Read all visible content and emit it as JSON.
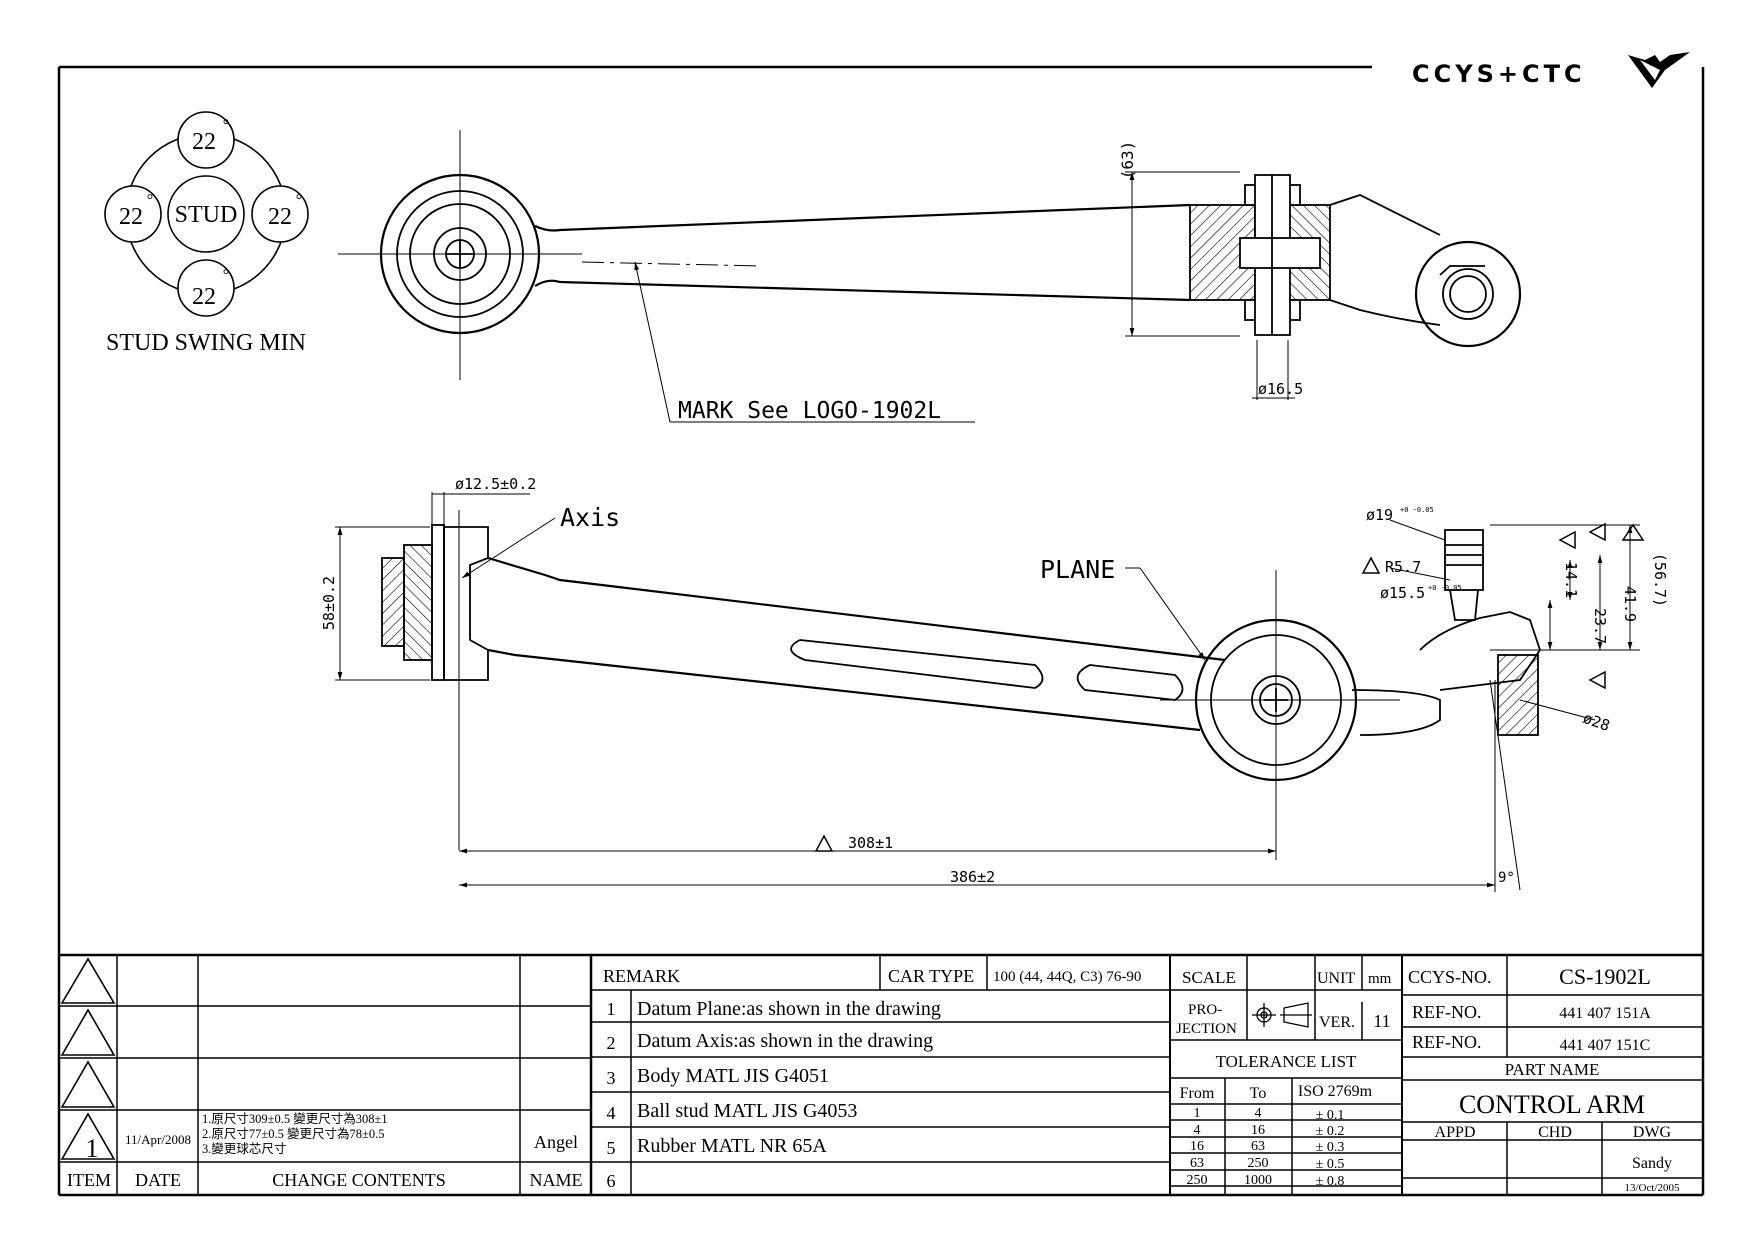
{
  "brand": {
    "logo_text": "CCYS+CTC"
  },
  "stud_swing": {
    "angle_top": "22",
    "angle_left": "22",
    "angle_right": "22",
    "angle_bottom": "22",
    "center_label": "STUD",
    "degree": "°",
    "caption": "STUD SWING MIN"
  },
  "top_view": {
    "dim_63": "(63)",
    "dim_16_5": "ø16.5",
    "mark_callout": "MARK See LOGO-1902L"
  },
  "side_view": {
    "dim_12_5": "ø12.5±0.2",
    "axis_label": "Axis",
    "dim_58": "58±0.2",
    "plane_label": "PLANE",
    "dim_19": "ø19",
    "dim_19_tol": "+0 -0.05",
    "dim_r57": "R5.7",
    "dim_15_5": "ø15.5",
    "dim_15_5_tol": "+0 -0.05",
    "dim_14_1": "14.1",
    "dim_23_7": "23.7",
    "dim_41_9": "41.9",
    "dim_56_7": "(56.7)",
    "dim_28": "ø28",
    "dim_308": "308±1",
    "dim_386": "386±2",
    "dim_9deg": "9°"
  },
  "revisions": {
    "rows": [
      {
        "item": "",
        "date": "",
        "contents": "",
        "name": ""
      },
      {
        "item": "",
        "date": "",
        "contents": "",
        "name": ""
      },
      {
        "item": "",
        "date": "",
        "contents": "",
        "name": ""
      },
      {
        "item": "1",
        "date": "11/Apr/2008",
        "line1": "1.原尺寸309±0.5 變更尺寸為308±1",
        "line2": "2.原尺寸77±0.5  變更尺寸為78±0.5",
        "line3": "3.變更球芯尺寸",
        "name": "Angel"
      }
    ],
    "headers": {
      "item": "ITEM",
      "date": "DATE",
      "contents": "CHANGE CONTENTS",
      "name": "NAME"
    }
  },
  "remarks": {
    "header": "REMARK",
    "car_type_label": "CAR TYPE",
    "car_type_value": "100 (44, 44Q, C3) 76-90",
    "items": [
      {
        "no": "1",
        "text": "Datum Plane:as shown in the drawing"
      },
      {
        "no": "2",
        "text": "Datum Axis:as shown in the drawing"
      },
      {
        "no": "3",
        "text": "Body MATL JIS G4051"
      },
      {
        "no": "4",
        "text": "Ball stud MATL JIS G4053"
      },
      {
        "no": "5",
        "text": "Rubber MATL NR 65A"
      },
      {
        "no": "6",
        "text": ""
      }
    ]
  },
  "specs": {
    "scale_label": "SCALE",
    "scale_value": "",
    "unit_label": "UNIT",
    "unit_value": "mm",
    "projection_label_1": "PRO-",
    "projection_label_2": "JECTION",
    "ver_label": "VER.",
    "ver_value": "11",
    "tolerance_title": "TOLERANCE LIST",
    "tol_headers": {
      "from": "From",
      "to": "To",
      "std": "ISO 2769m"
    },
    "tolerances": [
      {
        "from": "1",
        "to": "4",
        "tol": "± 0.1"
      },
      {
        "from": "4",
        "to": "16",
        "tol": "± 0.2"
      },
      {
        "from": "16",
        "to": "63",
        "tol": "± 0.3"
      },
      {
        "from": "63",
        "to": "250",
        "tol": "± 0.5"
      },
      {
        "from": "250",
        "to": "1000",
        "tol": "± 0.8"
      }
    ]
  },
  "title_block": {
    "ccys_no_label": "CCYS-NO.",
    "ccys_no": "CS-1902L",
    "ref_label_1": "REF-NO.",
    "ref_no_1": "441 407 151A",
    "ref_label_2": "REF-NO.",
    "ref_no_2": "441 407 151C",
    "part_name_label": "PART NAME",
    "part_name": "CONTROL ARM",
    "appd_label": "APPD",
    "chd_label": "CHD",
    "dwg_label": "DWG",
    "dwg_name": "Sandy",
    "dwg_date": "13/Oct/2005"
  }
}
